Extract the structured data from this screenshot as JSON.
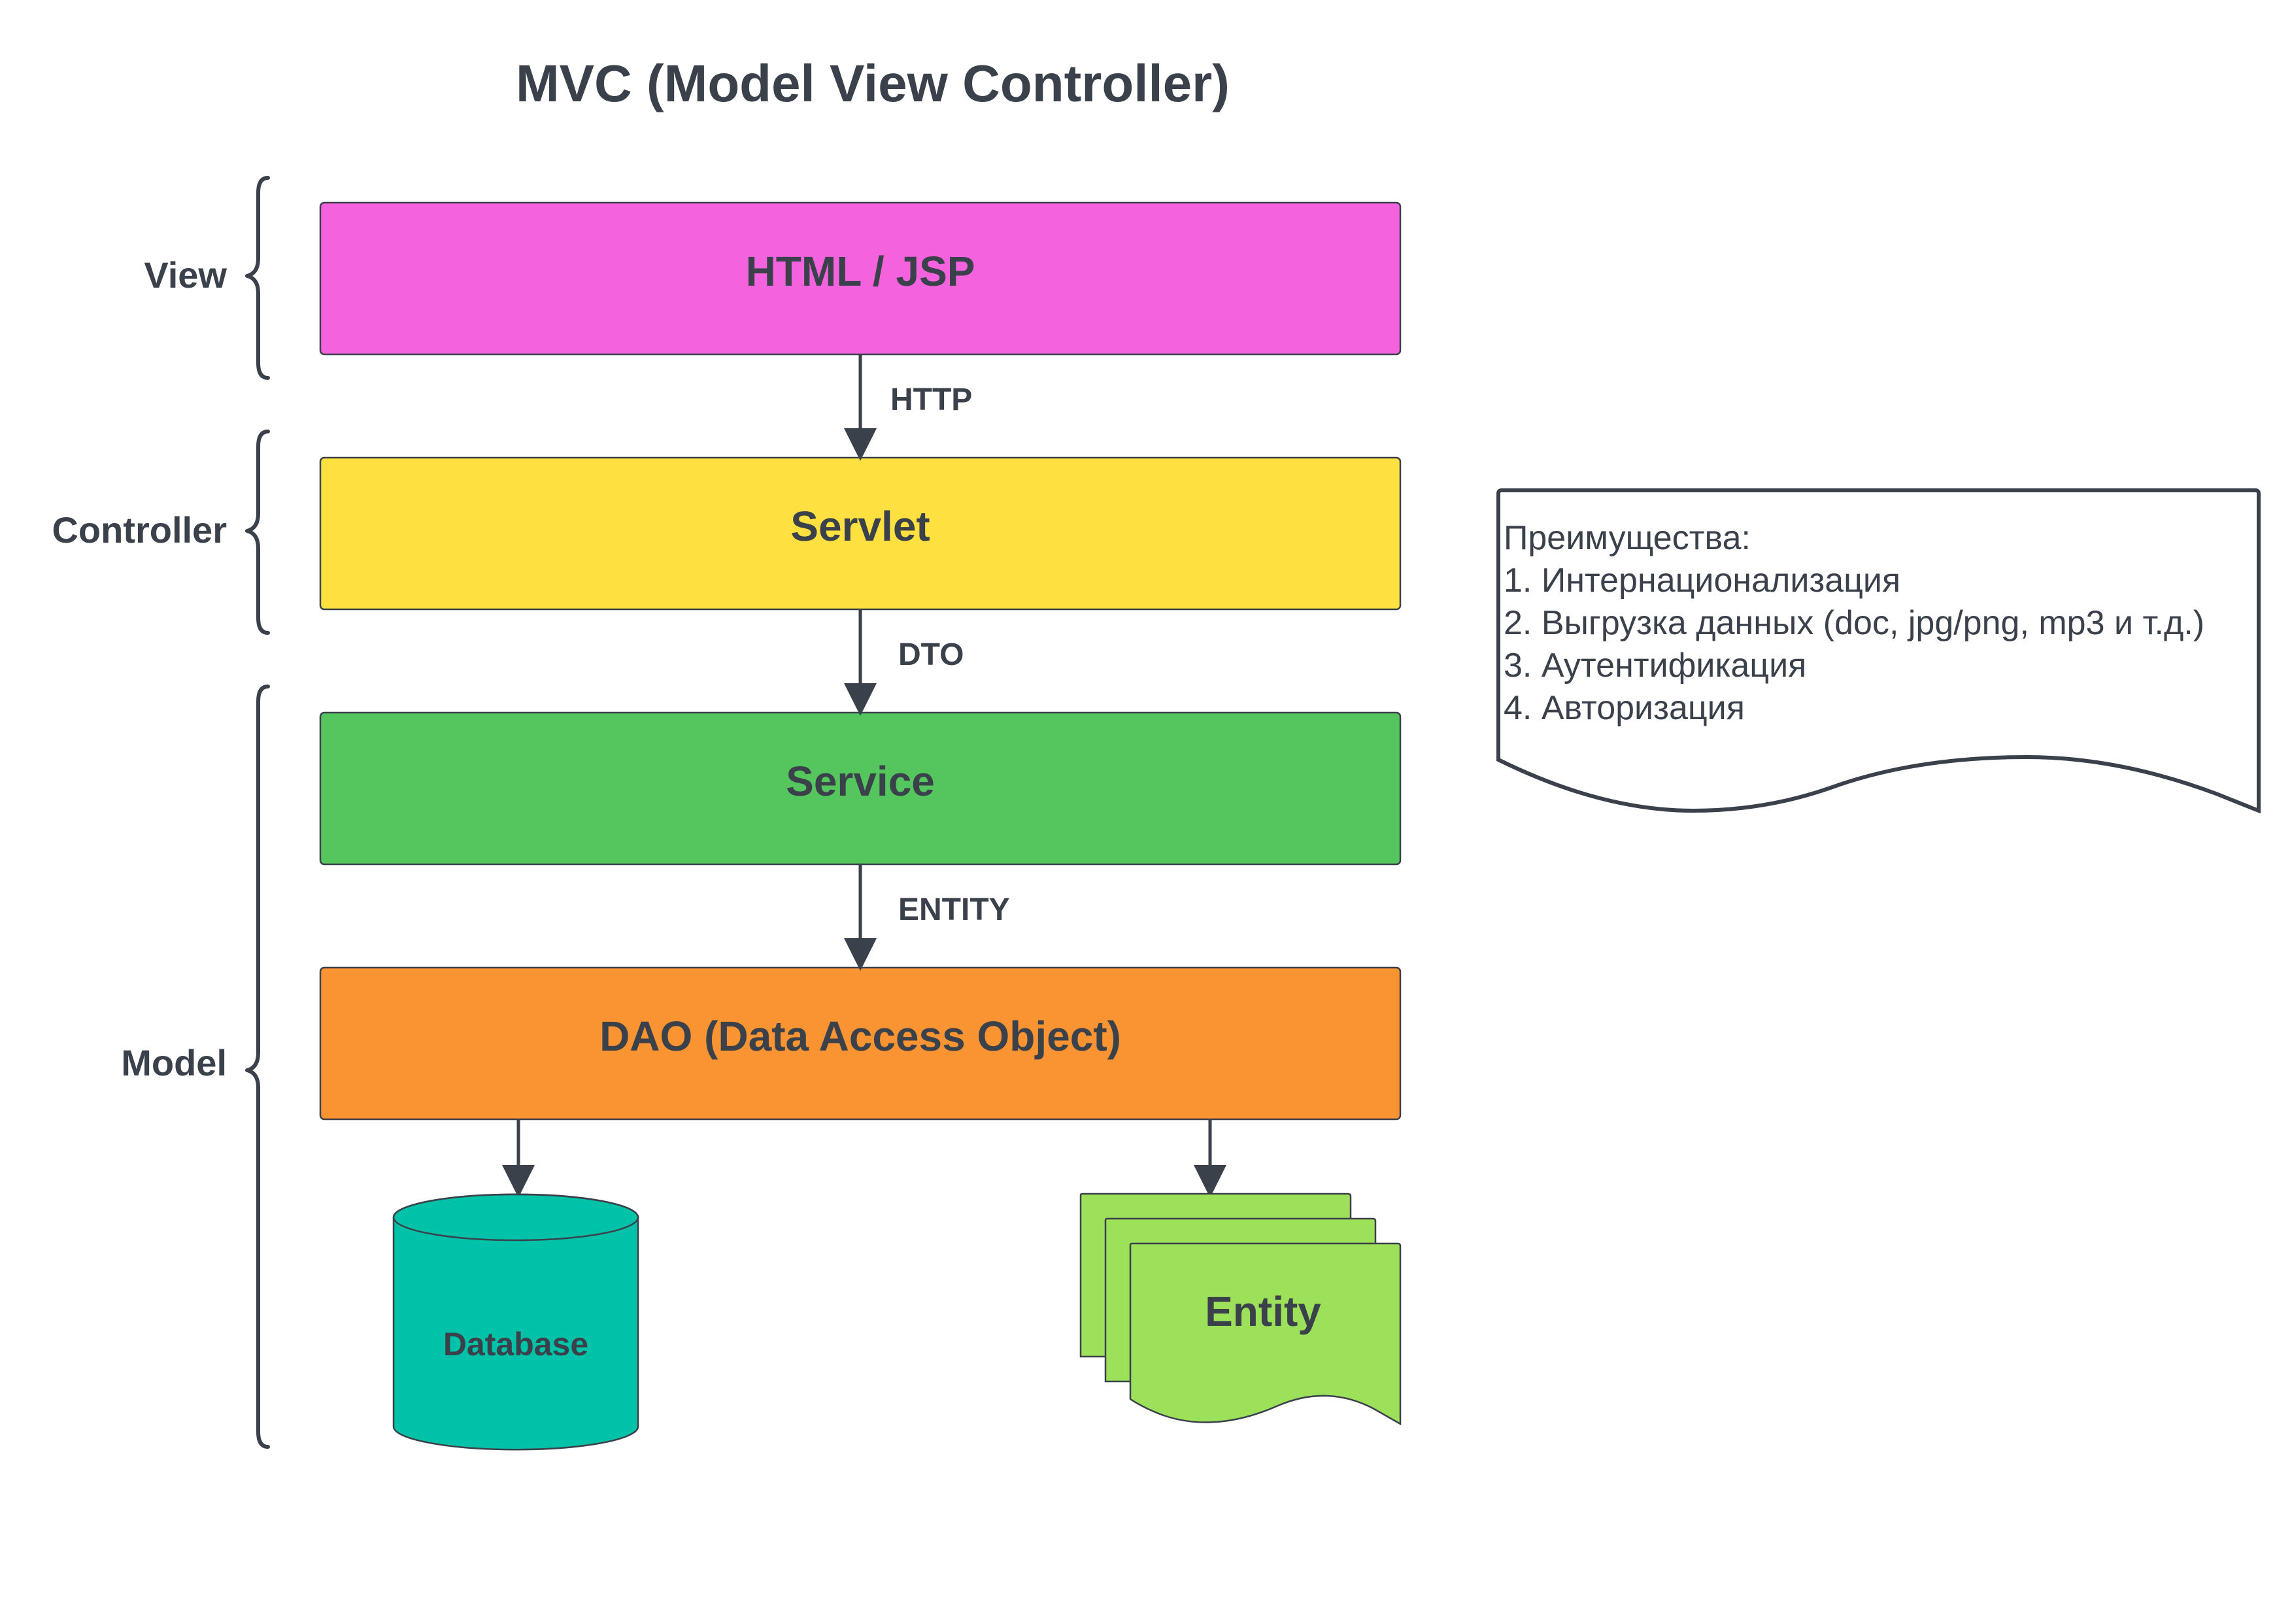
{
  "title": "MVC (Model View Controller)",
  "layers": {
    "view": "View",
    "controller": "Controller",
    "model": "Model"
  },
  "boxes": {
    "html_jsp": {
      "label": "HTML / JSP",
      "color": "#f562de"
    },
    "servlet": {
      "label": "Servlet",
      "color": "#fee140"
    },
    "service": {
      "label": "Service",
      "color": "#55c55d"
    },
    "dao": {
      "label": "DAO (Data Access Object)",
      "color": "#fa9432"
    },
    "database": {
      "label": "Database",
      "color": "#00c2a8"
    },
    "entity": {
      "label": "Entity",
      "color": "#9de05a"
    }
  },
  "arrows": {
    "http": "HTTP",
    "dto": "DTO",
    "entity": "ENTITY"
  },
  "note": {
    "lines": [
      "Преимущества:",
      "1. Интернационализация",
      "2. Выгрузка данных (doc, jpg/png, mp3 и т.д.)",
      "3. Аутентификация",
      "4. Авторизация"
    ]
  }
}
